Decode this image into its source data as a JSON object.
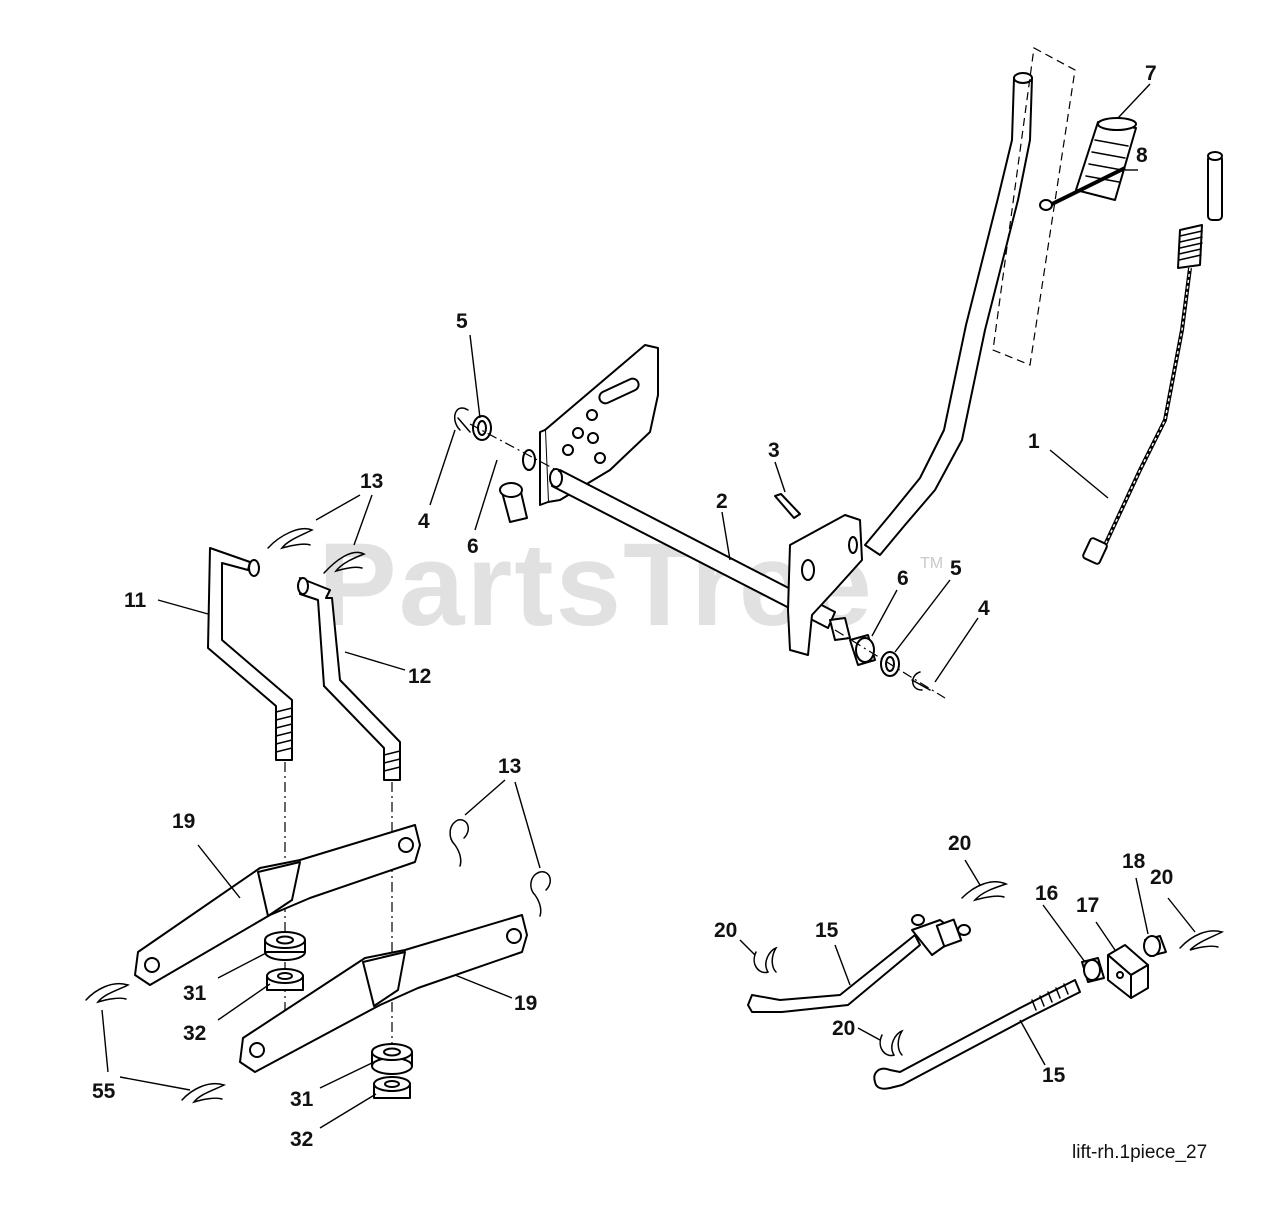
{
  "diagram": {
    "watermark": "PartsTree",
    "watermark_tm": "TM",
    "drawing_code": "lift-rh.1piece_27",
    "callouts": {
      "c1": "1",
      "c2": "2",
      "c3": "3",
      "c4a": "4",
      "c4b": "4",
      "c5a": "5",
      "c5b": "5",
      "c6a": "6",
      "c6b": "6",
      "c7": "7",
      "c8": "8",
      "c11": "11",
      "c12": "12",
      "c13a": "13",
      "c13b": "13",
      "c15a": "15",
      "c15b": "15",
      "c16": "16",
      "c17": "17",
      "c18": "18",
      "c19a": "19",
      "c19b": "19",
      "c20a": "20",
      "c20b": "20",
      "c20c": "20",
      "c20d": "20",
      "c31a": "31",
      "c31b": "31",
      "c32a": "32",
      "c32b": "32",
      "c55": "55"
    }
  }
}
